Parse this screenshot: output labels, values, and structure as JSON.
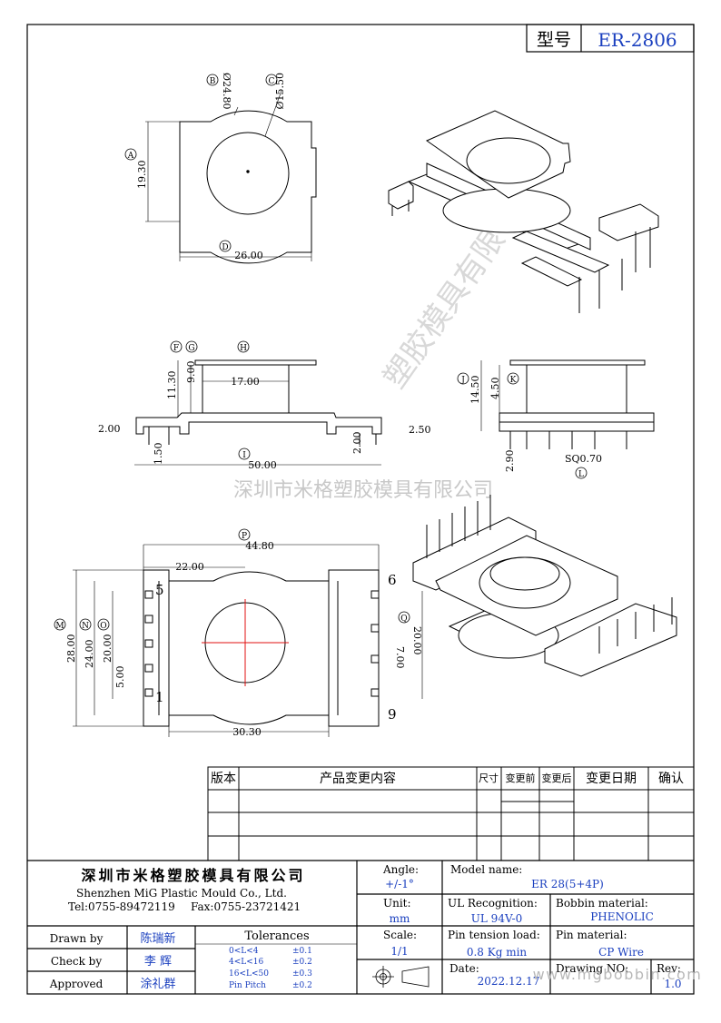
{
  "header": {
    "type_label": "型号",
    "model_code": "ER-2806"
  },
  "dims_top": {
    "B": "B",
    "B_val": "Ø24.80",
    "C": "C",
    "C_val": "Ø15.50",
    "A": "A",
    "A_val": "19.30",
    "D": "D",
    "D_val": "26.00"
  },
  "dims_side": {
    "F": "F",
    "G": "G",
    "H": "H",
    "h1": "11.30",
    "h2": "9.00",
    "w17": "17.00",
    "left_off": "2.00",
    "right_off": "2.50",
    "bottom_h": "1.50",
    "pin_h": "2.00",
    "I": "I",
    "I_val": "50.00"
  },
  "dims_end": {
    "J": "J",
    "J_val": "14.50",
    "K": "K",
    "K_val": "4.50",
    "pin_len": "2.90",
    "pin_sq": "SQ0.70",
    "L": "L"
  },
  "dims_bottom": {
    "P": "P",
    "P_val": "44.80",
    "w22": "22.00",
    "M": "M",
    "M_val": "28.00",
    "N": "N",
    "N_val": "24.00",
    "O": "O",
    "O_val": "20.00",
    "pitch": "5.00",
    "Q": "Q",
    "Q_val": "7.00",
    "right_h": "20.00",
    "w30": "30.30",
    "pin5": "5",
    "pin1": "1",
    "pin6": "6",
    "pin9": "9"
  },
  "watermark": {
    "company_cn": "深圳市米格塑胶模具有限公司",
    "side_text": "塑胶模具有限"
  },
  "revision_table": {
    "headers": [
      "版本",
      "产品变更内容",
      "尺寸",
      "变更前",
      "变更后",
      "变更日期",
      "确认"
    ]
  },
  "title_block": {
    "company_cn": "深圳市米格塑胶模具有限公司",
    "company_en": "Shenzhen MiG Plastic Mould Co., Ltd.",
    "tel": "Tel:0755-89472119",
    "fax": "Fax:0755-23721421",
    "angle_label": "Angle:",
    "angle_val": "+/-1°",
    "unit_label": "Unit:",
    "unit_val": "mm",
    "scale_label": "Scale:",
    "scale_val": "1/1",
    "model_label": "Model name:",
    "model_val": "ER 28(5+4P)",
    "ul_label": "UL Recognition:",
    "ul_val": "UL 94V-0",
    "bobbin_label": "Bobbin material:",
    "bobbin_val": "PHENOLIC",
    "pin_tension_label": "Pin tension load:",
    "pin_tension_val": "0.8 Kg min",
    "pin_mat_label": "Pin material:",
    "pin_mat_val": "CP Wire",
    "date_label": "Date:",
    "date_val": "2022.12.17",
    "drawing_label": "Drawing NO:",
    "rev_label": "Rev:",
    "rev_val": "1.0",
    "site": "www.mgbobbin.com",
    "drawn_label": "Drawn by",
    "drawn_name": "陈瑞新",
    "check_label": "Check by",
    "check_name": "李 辉",
    "approved_label": "Approved",
    "approved_name": "涂礼群",
    "tol_title": "Tolerances",
    "tol_rows": [
      {
        "range": "0<L<4",
        "val": "±0.1"
      },
      {
        "range": "4<L<16",
        "val": "±0.2"
      },
      {
        "range": "16<L<50",
        "val": "±0.3"
      },
      {
        "range": "Pin Pitch",
        "val": "±0.2"
      }
    ]
  },
  "colors": {
    "blue": "#1a3fbf",
    "red": "#e01010",
    "watermark": "#c8c8c8"
  }
}
